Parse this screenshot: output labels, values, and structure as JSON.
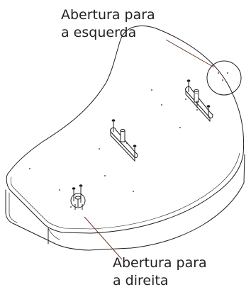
{
  "callouts": {
    "left": {
      "line1": "Abertura para",
      "line2": "a esquerda"
    },
    "right": {
      "line1": "Abertura para",
      "line2": "a direita"
    }
  },
  "colors": {
    "line": "#231f20",
    "callout_line": "#6b3a2a",
    "fill": "#ffffff"
  }
}
